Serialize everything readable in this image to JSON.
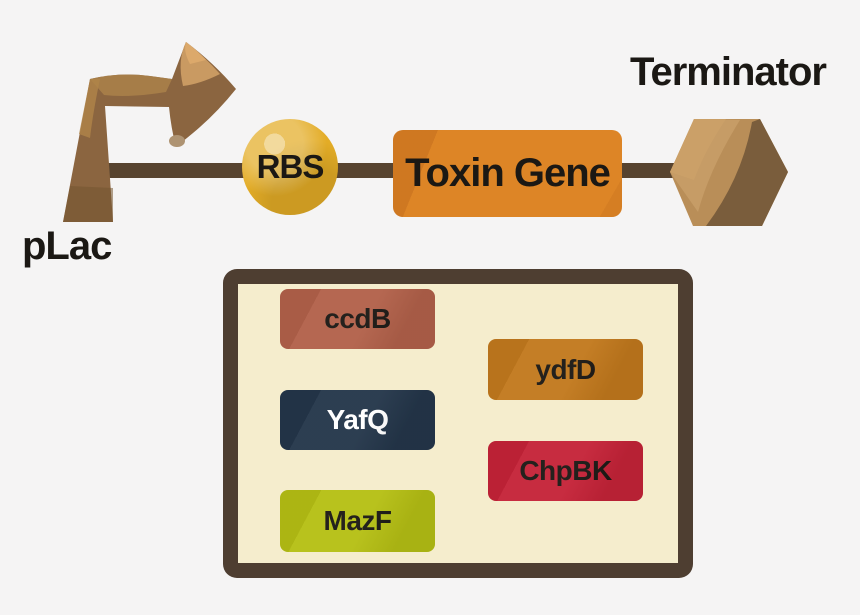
{
  "canvas": {
    "background": "#f5f4f4",
    "text_color": "#1b1814"
  },
  "construct": {
    "backbone_color": "#57432f",
    "promoter": {
      "label": "pLac",
      "color": "#8b6540"
    },
    "rbs": {
      "label": "RBS",
      "color": "#e3ac26"
    },
    "toxin_gene": {
      "label": "Toxin Gene",
      "color": "#dd8526"
    },
    "terminator": {
      "label": "Terminator",
      "color": "#b98e58"
    }
  },
  "toxin_panel": {
    "border_color": "#4e3e31",
    "fill_color": "#f5edcd",
    "genes": [
      {
        "label": "ccdB",
        "color": "#b2614a",
        "text_color": "#1b1814"
      },
      {
        "label": "YafQ",
        "color": "#24364a",
        "text_color": "#ffffff"
      },
      {
        "label": "MazF",
        "color": "#b5bf14",
        "text_color": "#1b1814"
      },
      {
        "label": "ydfD",
        "color": "#c2791d",
        "text_color": "#1b1814"
      },
      {
        "label": "ChpBK",
        "color": "#c52338",
        "text_color": "#1b1814"
      }
    ]
  }
}
